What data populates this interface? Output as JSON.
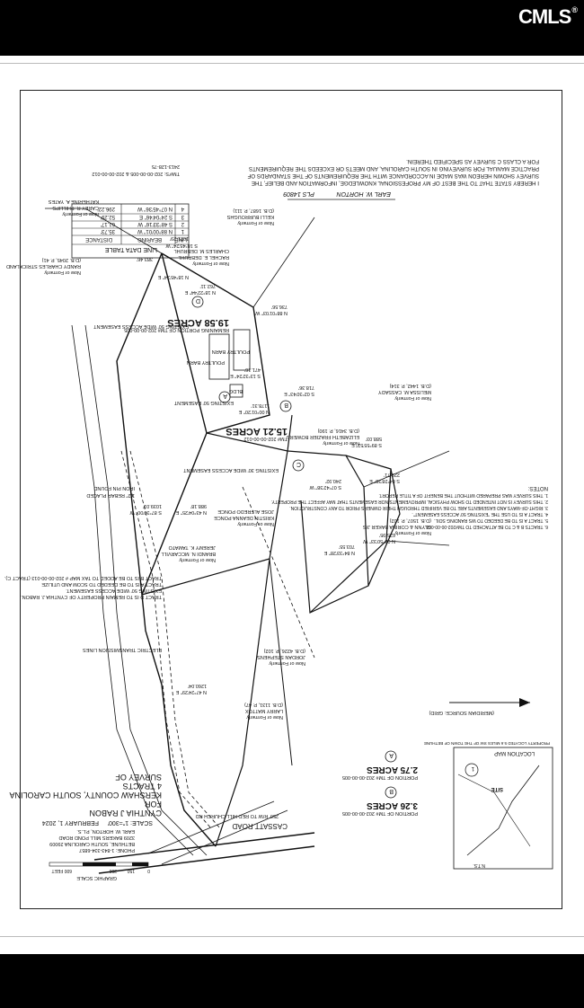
{
  "logo": {
    "text": "CMLS"
  },
  "certification": {
    "lines": [
      "I HEREBY STATE THAT TO THE BEST OF MY PROFESSIONAL KNOWLEDGE, INFORMATION AND BELIEF, THE",
      "SURVEY SHOWN HEREON WAS MADE IN ACCORDANCE WITH THE REQUIREMENTS OF THE STANDARDS OF",
      "PRACTICE MANUAL FOR SURVEYING IN SOUTH CAROLINA, AND MEETS OR EXCEEDS THE REQUIREMENTS",
      "FOR A CLASS C SURVEY AS SPECIFIED THEREIN."
    ],
    "signer": "EARL W. HORTON",
    "pls": "PLS 14809"
  },
  "line_table": {
    "title": "LINE DATA TABLE",
    "headers": [
      "LINE",
      "BEARING",
      "DISTANCE"
    ],
    "rows": [
      [
        "1",
        "N 88°00'01\" W",
        "35.73'"
      ],
      [
        "2",
        "S 48°33'16\" W",
        "61.17'"
      ],
      [
        "3",
        "S 24°04'46\" E",
        "52.29'"
      ],
      [
        "4",
        "N 07°45'36\" W",
        "296.22'"
      ]
    ]
  },
  "tracts": {
    "A": {
      "letter": "A",
      "acres": "2.75 ACRES",
      "note": "PORTION OF TM# 202-00-00-005"
    },
    "B": {
      "letter": "B",
      "acres": "3.26 ACRES",
      "note": "PORTION OF TM# 202-00-00-005"
    },
    "C": {
      "letter": "C",
      "acres": "15.21 ACRES",
      "note": "TM# 202-00-00-012"
    },
    "D": {
      "letter": "D",
      "acres": "19.58 ACRES",
      "note": "REMAINING PORTION OF TM# 202-00-00-005"
    }
  },
  "owners": [
    {
      "line1": "Now or Formerly",
      "line2": "KELLI BURROUGHS",
      "line3": "(D.B. 1687, P. 111)"
    },
    {
      "line1": "Now or Formerly",
      "line2": "RACHEL E. DEBRUHL",
      "line3": "CHARLES M. DEBRUHL"
    },
    {
      "line1": "Now or Formerly",
      "line2": "CAREY R. PHILLIPS",
      "line3": "KATHERINE A. YATES"
    },
    {
      "line1": "Now or Formerly",
      "line2": "RANDY CHARLES STRICKLAND",
      "line3": "(D.B. 2045, P. 41)"
    },
    {
      "line1": "Now or Formerly",
      "line2": "MELISSA M. CASSADY",
      "line3": "(D.B. 1442, P. 314)"
    },
    {
      "line1": "Now or Formerly",
      "line2": "ELIZABETH FRAZIER BOWERS",
      "line3": "(D.B. 3416, P. 190)"
    },
    {
      "line1": "Now or Formerly",
      "line2": "KRISTIN DEANNA PONCE",
      "line3": "JOSE ALFREDO PONCE"
    },
    {
      "line1": "Now or Formerly",
      "line2": "BRANDI N. MCCARVILL",
      "line3": "JEREMY K. TAMATO"
    },
    {
      "line1": "Now or Formerly",
      "line2": "JORDAN STEPHENS",
      "line3": "(D.B. 4226, P. 102)"
    },
    {
      "line1": "Now or Formerly",
      "line2": "LARRY MATTOX",
      "line3": "(D.B. 1131, P. 47)"
    },
    {
      "line1": "Now or Formerly",
      "line2": "GLYNN & CORINA BAKER J/S",
      "line3": "(D.B. 1507, P. 102)"
    }
  ],
  "bearings": [
    "1021.29'",
    "S 18°45'24\" W",
    "383.46'",
    "N 18°45'24\" E",
    "736.56'",
    "N 88°01'03\" W",
    "588.03'",
    "S 89°55'52\" E",
    "718.36'",
    "S 02°30'43\" E",
    "1178.31'",
    "N 00°01'20\" E",
    "240.92'",
    "S 07°42'38\" W",
    "703.55'",
    "N 84°33'28\" E",
    "471.16'",
    "S 13°32'24\" E",
    "762.11'",
    "N 18°22'44\" E",
    "229.71'",
    "S 84°28'38\" E",
    "625.95'",
    "N 08°50'33\" W",
    "1039.01'",
    "S 87°30'00\" W",
    "988.18'",
    "N 43°04'25\" E",
    "1260.04'",
    "N 47°24'29\" E"
  ],
  "easements": [
    "EXISTING 50' WIDE ACCESS EASEMENT",
    "EXISTING 30' WIDE ACCESS EASEMENT",
    "EXISTING 50' EASEMENT",
    "ELECTRIC TRANSMISSION LINES"
  ],
  "labels": {
    "poultry1": "POULTRY BARN",
    "poultry2": "POULTRY BARN",
    "bldg": "BLDG",
    "road": "CASSATT ROAD",
    "road_note": "250' R/W TO RED HILL CHURCH RD",
    "tms": "TM#'S: 202-00-00-005 & 202-00-00-012",
    "deed": "2413-128-75",
    "legend_iron": "IRON PIN FOUND",
    "legend_rebar": "1/2\" REBAR PLACED"
  },
  "notes": {
    "title": "NOTES:",
    "items": [
      "1. THIS SURVEY WAS PREPARED WITHOUT THE BENEFIT OF A TITLE REPORT.",
      "2. THIS SURVEY IS NOT INTENDED TO SHOW PHYSICAL IMPROVEMENTS NOR EASEMENTS THAT MAY AFFECT THE PROPERTY.",
      "3. RIGHT-OF-WAYS AND EASEMENTS ARE TO BE VERIFIED THROUGH THEIR OWNERS PRIOR TO ANY CONSTRUCTION.",
      "4. TRACT A IS TO USE THE \"EXISTING 50' ACCESS EASEMENT\".",
      "5. TRACT A IS TO BE DEEDED TO WS RANDING SOIL.",
      "6. TRACTS B & C TO BE ATTACHED TO TM#202-00-00-018."
    ]
  },
  "tract_notes": [
    "TRACT B IS TO BE ADDED TO TAX MAP # 202-00-00-013 (TRACT C).",
    "TRACT A IS TO BE DEEDED TO SCOM AND UTILIZE",
    "EXISTING 50' WIDE ACCESS EASEMENT.",
    "TRACT D IS TO REMAIN PROPERTY OF CYNTHIA J. RABON."
  ],
  "title_block": {
    "lines": [
      "SURVEY OF",
      "4 TRACTS",
      "KERSHAW COUNTY, SOUTH CAROLINA",
      "FOR",
      "CYNTHIA J RABON"
    ],
    "scale": "SCALE: 1\"=300'",
    "date": "FEBRUARY 1, 2024",
    "firm": [
      "EARL W. HORTON, P.L.S.",
      "3209 BAKERS MILL POND ROAD",
      "BETHUNE, SOUTH CAROLINA 29009",
      "PHONE: 1-843-334-6857"
    ],
    "graphic_scale": "GRAPHIC SCALE",
    "scale_ticks": [
      "0",
      "150",
      "300",
      "600 FEET"
    ]
  },
  "location_map": {
    "title": "LOCATION MAP",
    "nts": "N.T.S.",
    "site": "SITE",
    "route": "1",
    "caption": "PROPERTY LOCATED 5.6 MILES SW OF THE TOWN OF BETHUNE"
  },
  "meridian": "(MERIDIAN SOURCE: GRID)"
}
